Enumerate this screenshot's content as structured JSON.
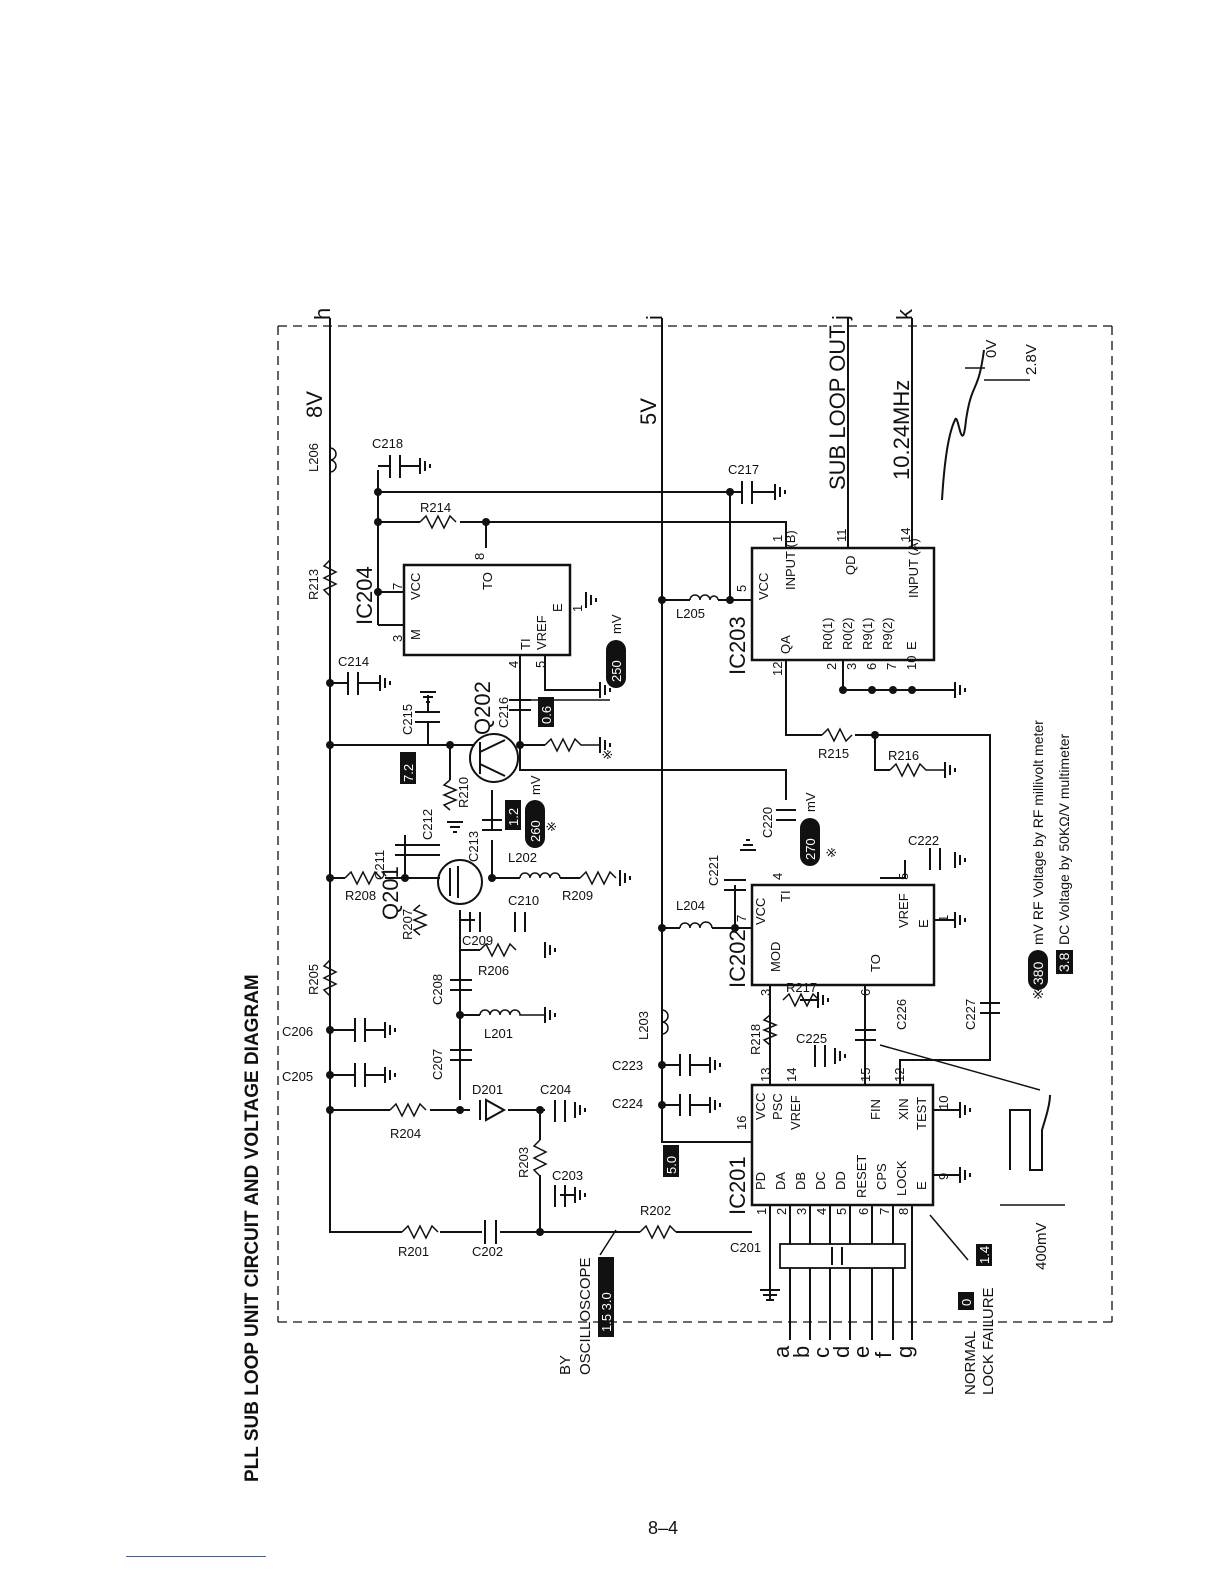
{
  "title": "PLL SUB LOOP UNIT CIRCUIT AND VOLTAGE DIAGRAM",
  "page_number": "8–4",
  "terminals": {
    "h": "h",
    "i": "i",
    "j": "j",
    "k": "k",
    "a": "a",
    "b": "b",
    "c": "c",
    "d": "d",
    "e": "e",
    "f": "f",
    "g": "g"
  },
  "supply_labels": {
    "v8": "8V",
    "v5": "5V"
  },
  "signal_labels": {
    "sub_loop_out": "SUB LOOP OUT",
    "clock": "10.24MHz",
    "wave_high": "2.8V",
    "wave_low": "0V",
    "scope_amplitude": "400mV",
    "by_oscilloscope_1": "BY",
    "by_oscilloscope_2": "OSCILLOSCOPE",
    "normal": "NORMAL",
    "lock_failure": "LOCK FAILURE"
  },
  "voltages": {
    "q202_collector": "7.2",
    "q202_base": "1.2",
    "q202_emitter": "0.6",
    "osc_in": "1.5 3.0",
    "ic201_vcc": "5.0",
    "normal": "0",
    "lock_failure": "1.4",
    "rf_q202": "260",
    "rf_ic204": "250",
    "rf_ic202": "270",
    "unit_mv": "mV",
    "asterisk": "※"
  },
  "legend": {
    "rf_sample": "380",
    "rf_text": "mV  RF Voltage by RF millivolt meter",
    "dc_sample": "3.8",
    "dc_text": "DC Voltage by 50KΩ/V multimeter"
  },
  "ics": {
    "ic201": {
      "name": "IC201",
      "left_pins": [
        {
          "num": "16",
          "name": "VCC"
        },
        {
          "num": "13",
          "name": "PSC"
        },
        {
          "num": "14",
          "name": "VREF"
        },
        {
          "num": "15",
          "name": "FIN"
        },
        {
          "num": "12",
          "name": "XIN"
        },
        {
          "num": "10",
          "name": "TEST"
        }
      ],
      "right_pins": [
        {
          "num": "1",
          "name": "PD"
        },
        {
          "num": "2",
          "name": "DA"
        },
        {
          "num": "3",
          "name": "DB"
        },
        {
          "num": "4",
          "name": "DC"
        },
        {
          "num": "5",
          "name": "DD"
        },
        {
          "num": "6",
          "name": "RESET"
        },
        {
          "num": "7",
          "name": "CPS"
        },
        {
          "num": "8",
          "name": "LOCK"
        },
        {
          "num": "9",
          "name": "E"
        }
      ]
    },
    "ic202": {
      "name": "IC202",
      "pins": [
        {
          "num": "7",
          "name": "VCC"
        },
        {
          "num": "3",
          "name": "MOD"
        },
        {
          "num": "4",
          "name": "TI"
        },
        {
          "num": "6",
          "name": "TO"
        },
        {
          "num": "5",
          "name": "VREF"
        },
        {
          "num": "1",
          "name": "E"
        }
      ]
    },
    "ic203": {
      "name": "IC203",
      "pins": [
        {
          "num": "5",
          "name": "VCC"
        },
        {
          "num": "1",
          "name": "INPUT (B)"
        },
        {
          "num": "11",
          "name": "QD"
        },
        {
          "num": "14",
          "name": "INPUT (A)"
        },
        {
          "num": "12",
          "name": "QA"
        },
        {
          "num": "2",
          "name": "R0(1)"
        },
        {
          "num": "3",
          "name": "R0(2)"
        },
        {
          "num": "6",
          "name": "R9(1)"
        },
        {
          "num": "7",
          "name": "R9(2)"
        },
        {
          "num": "10",
          "name": "E"
        }
      ]
    },
    "ic204": {
      "name": "IC204",
      "pins": [
        {
          "num": "3",
          "name": "M"
        },
        {
          "num": "7",
          "name": "VCC"
        },
        {
          "num": "8",
          "name": "TO"
        },
        {
          "num": "4",
          "name": "TI"
        },
        {
          "num": "5",
          "name": "VREF"
        },
        {
          "num": "1",
          "name": "E"
        }
      ]
    }
  },
  "transistors": {
    "q201": "Q201",
    "q202": "Q202"
  },
  "components": {
    "r201": "R201",
    "r202": "R202",
    "r203": "R203",
    "r204": "R204",
    "r205": "R205",
    "r206": "R206",
    "r207": "R207",
    "r208": "R208",
    "r209": "R209",
    "r210": "R210",
    "r213": "R213",
    "r214": "R214",
    "r215": "R215",
    "r216": "R216",
    "r217": "R217",
    "r218": "R218",
    "c201": "C201",
    "c202": "C202",
    "c203": "C203",
    "c204": "C204",
    "c205": "C205",
    "c206": "C206",
    "c207": "C207",
    "c208": "C208",
    "c209": "C209",
    "c210": "C210",
    "c211": "C211",
    "c212": "C212",
    "c213": "C213",
    "c214": "C214",
    "c215": "C215",
    "c216": "C216",
    "c217": "C217",
    "c218": "C218",
    "c220": "C220",
    "c221": "C221",
    "c222": "C222",
    "c223": "C223",
    "c224": "C224",
    "c225": "C225",
    "c226": "C226",
    "c227": "C227",
    "l201": "L201",
    "l202": "L202",
    "l203": "L203",
    "l204": "L204",
    "l205": "L205",
    "l206": "L206",
    "d201": "D201"
  }
}
